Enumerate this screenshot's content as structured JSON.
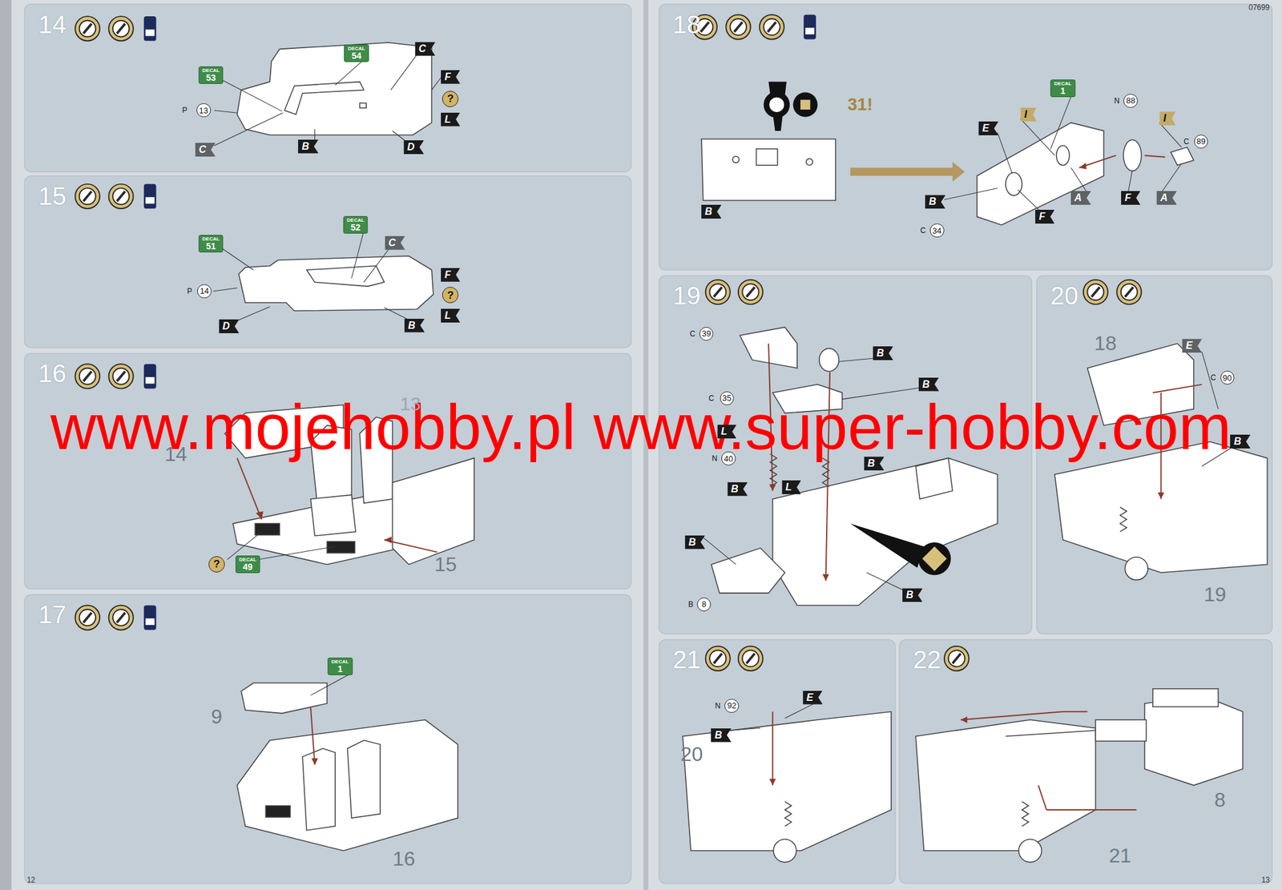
{
  "diagram": {
    "nodes": [
      {
        "text": [
          "14"
        ]
      },
      {
        "text": [
          "DECAL",
          "53"
        ],
        "in": 0
      },
      {
        "text": [
          "DECAL",
          "54"
        ],
        "in": 0
      },
      {
        "text": [
          "15"
        ]
      },
      {
        "text": [
          "DECAL",
          "51"
        ],
        "in": 3
      },
      {
        "text": [
          "DECAL",
          "52"
        ],
        "in": 3
      },
      {
        "text": [
          "16"
        ]
      },
      {
        "text": [
          "DECAL",
          "49"
        ],
        "in": 6
      },
      {
        "text": [
          "17"
        ]
      },
      {
        "text": [
          "DECAL",
          "1"
        ],
        "in": 8
      },
      {
        "text": [
          "18"
        ]
      },
      {
        "text": [
          "DECAL",
          "1"
        ],
        "in": 10
      },
      {
        "text": [
          "19"
        ]
      },
      {
        "text": [
          "20"
        ]
      },
      {
        "text": [
          "21"
        ]
      },
      {
        "text": [
          "22"
        ]
      }
    ],
    "labels": [
      "07699",
      "12",
      "13",
      "www.mojehobby.pl www.super-hobby.com",
      "P",
      "13",
      "C",
      "F",
      "?",
      "L",
      "C",
      "B",
      "D",
      "P",
      "14",
      "C",
      "F",
      "?",
      "L",
      "D",
      "B",
      "13",
      "14",
      "15",
      "?",
      "9",
      "16",
      "31!",
      "N",
      "88",
      "C",
      "89",
      "E",
      "I",
      "I",
      "B",
      "F",
      "A",
      "F",
      "A",
      "B",
      "C",
      "34",
      "C",
      "39",
      "B",
      "B",
      "C",
      "35",
      "L",
      "N",
      "40",
      "B",
      "B",
      "L",
      "B",
      "B",
      "B",
      "8",
      "18",
      "E",
      "C",
      "90",
      "B",
      "19",
      "N",
      "92",
      "E",
      "B",
      "20",
      "8",
      "21"
    ]
  }
}
